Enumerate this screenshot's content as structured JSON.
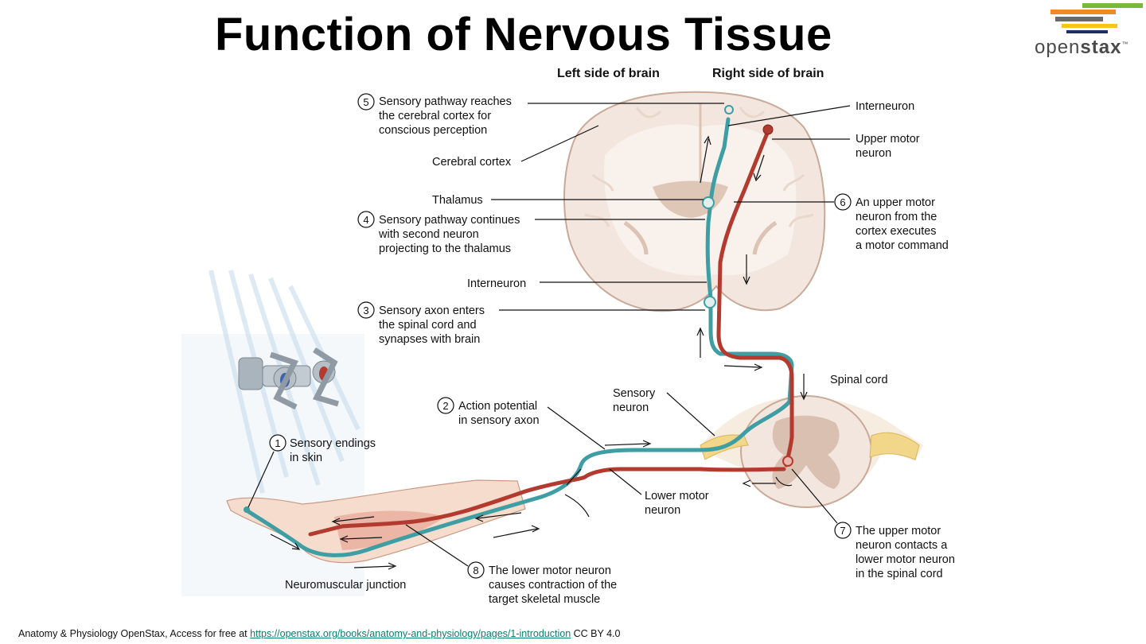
{
  "title": "Function of Nervous Tissue",
  "logo": {
    "name_light": "open",
    "name_bold": "stax",
    "trademark": "™",
    "bar_colors": [
      "#78b83a",
      "#f08a24",
      "#6b6b6b",
      "#f5c518",
      "#1f2d6b"
    ]
  },
  "headers": {
    "left": "Left side of brain",
    "right": "Right side of brain"
  },
  "steps": {
    "s1": {
      "num": "1",
      "lines": [
        "Sensory endings",
        "in skin"
      ]
    },
    "s2": {
      "num": "2",
      "lines": [
        "Action potential",
        "in sensory axon"
      ]
    },
    "s3": {
      "num": "3",
      "lines": [
        "Sensory axon enters",
        "the spinal cord and",
        "synapses with brain"
      ]
    },
    "s4": {
      "num": "4",
      "lines": [
        "Sensory pathway continues",
        "with second neuron",
        "projecting to the thalamus"
      ]
    },
    "s5": {
      "num": "5",
      "lines": [
        "Sensory pathway reaches",
        "the cerebral cortex for",
        "conscious perception"
      ]
    },
    "s6": {
      "num": "6",
      "lines": [
        "An upper motor",
        "neuron from the",
        "cortex executes",
        "a motor command"
      ]
    },
    "s7": {
      "num": "7",
      "lines": [
        "The upper motor",
        "neuron contacts a",
        "lower motor neuron",
        "in the spinal cord"
      ]
    },
    "s8": {
      "num": "8",
      "lines": [
        "The  lower motor neuron",
        "causes contraction of the",
        "target skeletal muscle"
      ]
    }
  },
  "labels": {
    "cerebral_cortex": "Cerebral cortex",
    "thalamus": "Thalamus",
    "interneuron_left": "Interneuron",
    "interneuron_right": "Interneuron",
    "upper_motor_neuron": [
      "Upper motor",
      "neuron"
    ],
    "spinal_cord": "Spinal cord",
    "sensory_neuron": [
      "Sensory",
      "neuron"
    ],
    "lower_motor_neuron": [
      "Lower motor",
      "neuron"
    ],
    "neuromuscular_junction": "Neuromuscular junction"
  },
  "colors": {
    "sensory": "#3e9ea3",
    "motor": "#b23a2e",
    "brain_fill": "#f3e6de",
    "white_matter": "#f8f1ec"
  },
  "footer": {
    "prefix": "Anatomy & Physiology OpenStax, Access for free at ",
    "link": "https://openstax.org/books/anatomy-and-physiology/pages/1-introduction",
    "suffix": " CC BY 4.0"
  }
}
